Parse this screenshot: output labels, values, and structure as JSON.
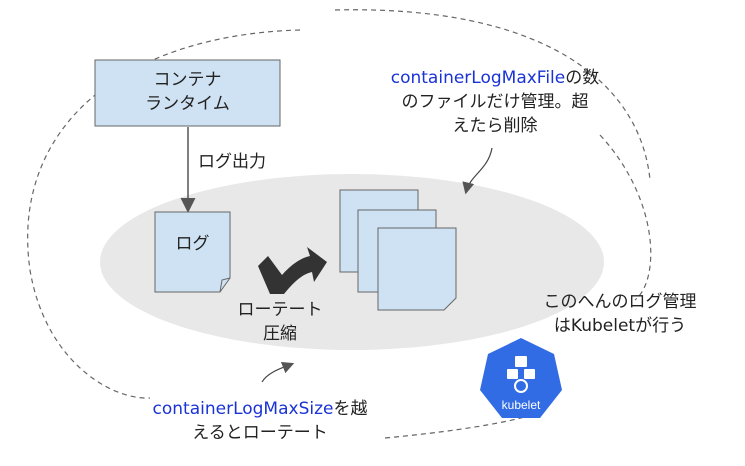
{
  "runtime_box": {
    "line1": "コンテナ",
    "line2": "ランタイム"
  },
  "log_output_label": "ログ出力",
  "log_file_label": "ログ",
  "rotate_label": {
    "line1": "ローテート",
    "line2": "圧縮"
  },
  "max_file_note": {
    "keyword": "containerLogMaxFile",
    "line1_rest": "の数",
    "line2": "のファイルだけ管理。超",
    "line3": "えたら削除"
  },
  "max_size_note": {
    "keyword": "containerLogMaxSize",
    "line1_rest": "を越",
    "line2": "えるとローテート"
  },
  "kubelet_note": {
    "line1": "このへんのログ管理",
    "line2": "はKubeletが行う"
  },
  "kubelet_logo": {
    "text": "kubelet",
    "color": "#326ce5"
  },
  "colors": {
    "box_fill": "#cfe2f3",
    "ellipse_fill": "#e8e8e8",
    "keyword": "#1a33d6",
    "arrow": "#333333"
  }
}
